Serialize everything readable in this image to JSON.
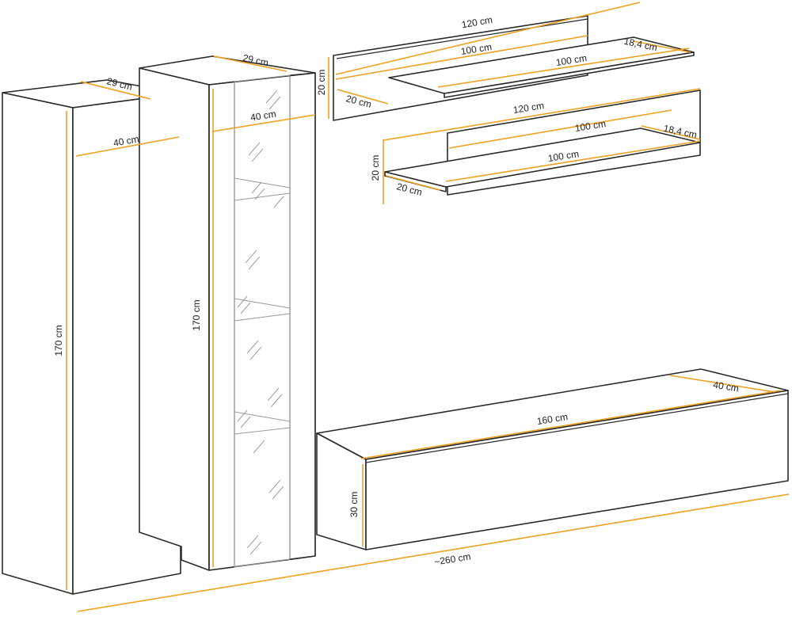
{
  "diagram": {
    "accent_color": "#f0a020",
    "line_color": "#2a2a2a",
    "units": "cm",
    "tall_cabinet": {
      "depth": "29 cm",
      "width": "40 cm",
      "height": "170 cm"
    },
    "glass_cabinet": {
      "depth": "29 cm",
      "width": "40 cm",
      "height": "170 cm"
    },
    "upper_shelf_unit": {
      "panel_length": "120 cm",
      "panel_height": "20 cm",
      "panel_depth": "20 cm",
      "shelf_length": "100 cm",
      "shelf_length_back": "100 cm",
      "shelf_depth": "18,4 cm"
    },
    "lower_shelf_unit": {
      "panel_length": "120 cm",
      "panel_height": "20 cm",
      "panel_depth": "20 cm",
      "shelf_length": "100 cm",
      "shelf_length_front": "100 cm",
      "shelf_depth": "18,4 cm"
    },
    "tv_bench": {
      "length": "160 cm",
      "depth": "40 cm",
      "height": "30 cm"
    },
    "total_width": "~260 cm"
  }
}
